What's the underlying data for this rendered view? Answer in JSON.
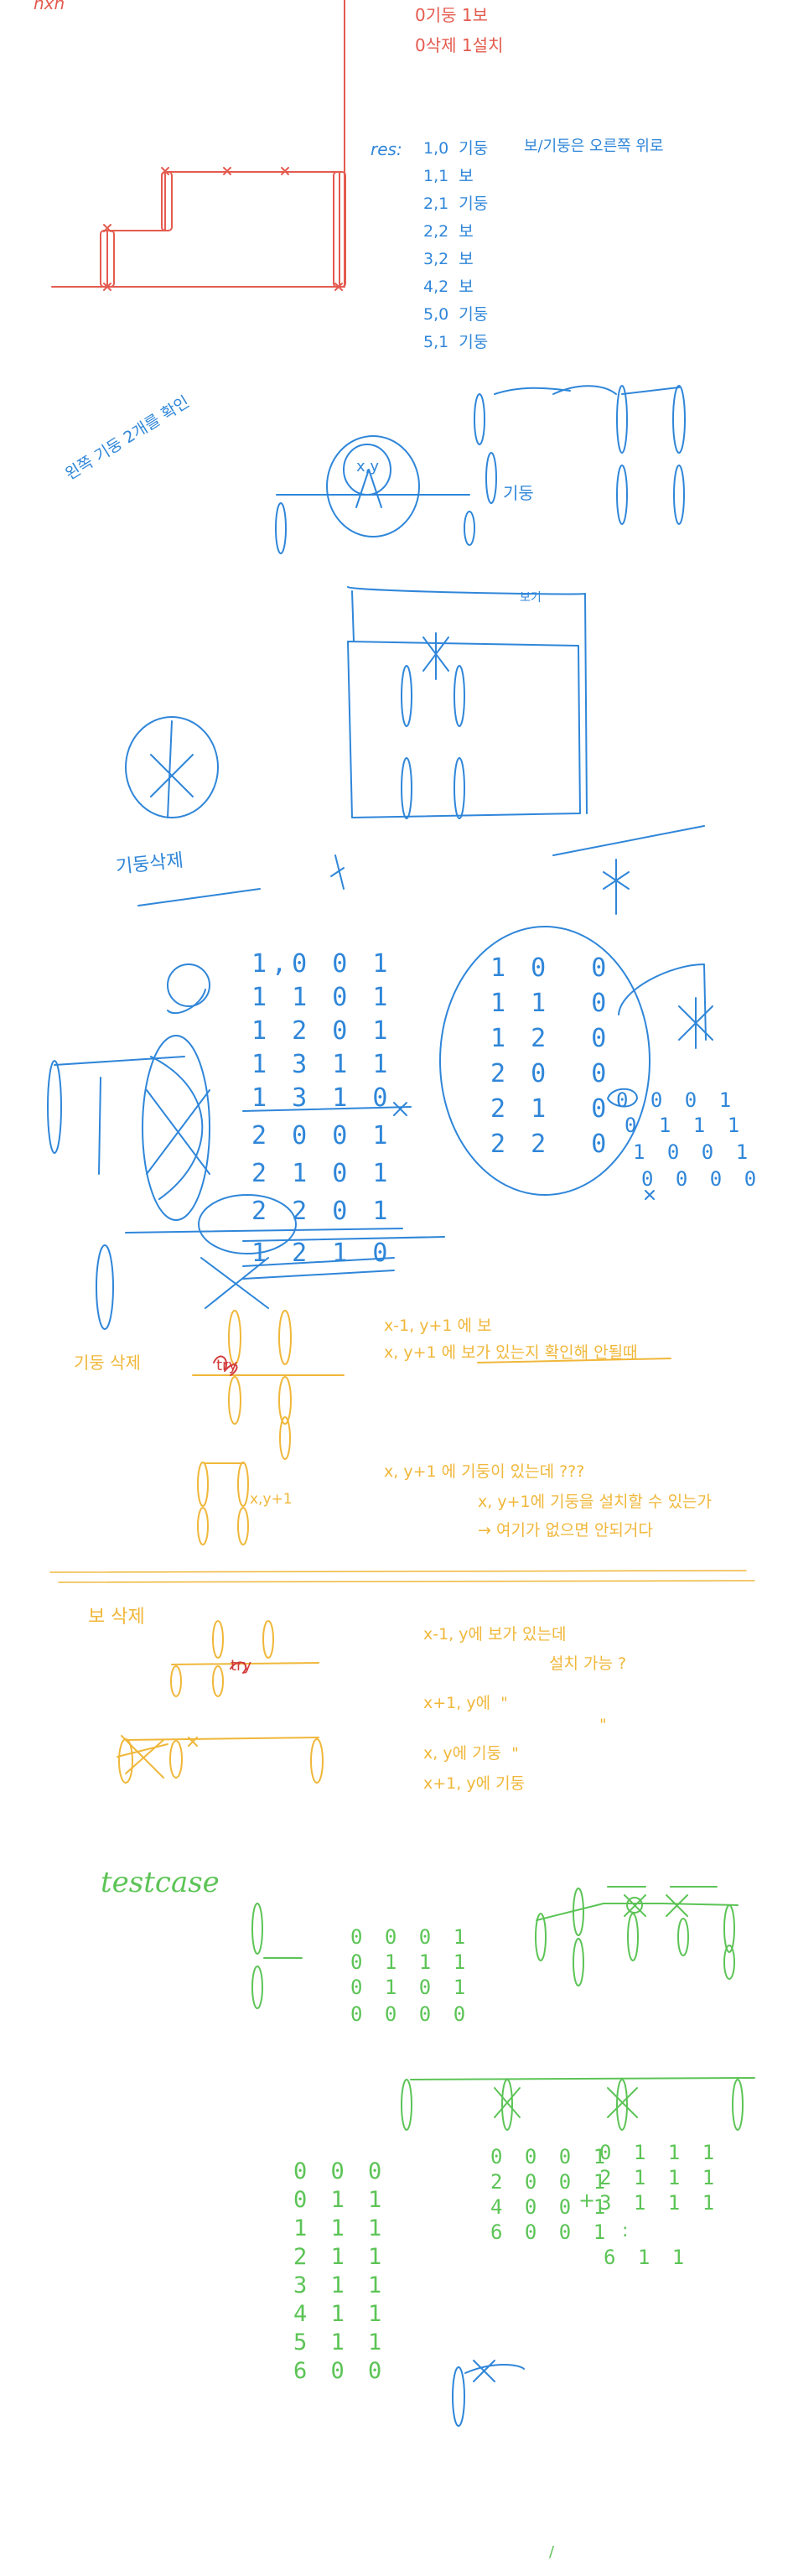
{
  "colors": {
    "red": "#e45b4f",
    "blue": "#2f86d9",
    "orange": "#f0b73a",
    "green": "#5cc456",
    "brick": "#d23b3b"
  },
  "red_section": {
    "corner_label": "nxn",
    "rule1": "0기둥 1보",
    "rule2": "0삭제 1설치",
    "res_label": "res:",
    "res_rows": [
      "1,0  기둥",
      "1,1  보",
      "2,1  기둥",
      "2,2  보",
      "3,2  보",
      "4,2  보",
      "5,0  기둥",
      "5,1  기둥"
    ],
    "res_note": "보/기둥은 오른쪽 위로"
  },
  "blue_section": {
    "side_note": "왼쪽 기둥 2개를 확인",
    "xy_label": "x,y",
    "column_label": "기둥",
    "beam_label": "보기",
    "delete_label": "기둥삭제",
    "list_left": [
      "1,0 0 1",
      "1 1 0 1",
      "1 2 0 1",
      "1 3 1 1",
      "1 3 1 0",
      "2 0 0 1",
      "2 1 0 1",
      "2 2 0 1",
      "1 2 1 0"
    ],
    "list_circled": [
      "1 0  0",
      "1 1  0",
      "1 2  0",
      "2 0  0",
      "2 1  0",
      "2 2  0"
    ],
    "list_right": [
      "0 0 0 1",
      "0 1 1 1",
      "1 0 0 1",
      "0 0 0 0"
    ]
  },
  "orange_section": {
    "column_delete_label": "기둥 삭제",
    "try_label": "try",
    "rule1": "x-1, y+1 에 보",
    "rule2": "x, y+1 에 보가 있는지 확인해 안될때",
    "rule3": "x, y+1 에 기둥이 있는데 ???",
    "rule4": "x, y+1에 기둥을 설치할 수 있는가",
    "rule5": "→ 여기가 없으면 안되거다",
    "xy1_label": "x,y+1",
    "beam_delete_label": "보 삭제",
    "try_label2": "try",
    "rule6": "x-1, y에 보가 있는데",
    "rule7": "설치 가능 ?",
    "rule8": "x+1, y에  \"",
    "rule9": "\"",
    "rule10": "x, y에 기둥  \"",
    "rule11": "x+1, y에 기둥"
  },
  "green_section": {
    "title": "testcase",
    "grid1": [
      "0 0 0 1",
      "0 1 1 1",
      "0 1 0 1",
      "0 0 0 0"
    ],
    "grid2": [
      "0 0 0",
      "0 1 1",
      "1 1 1",
      "2 1 1",
      "3 1 1",
      "4 1 1",
      "5 1 1",
      "6 0 0"
    ],
    "grid3": [
      "0 0 0 1",
      "2 0 0 1",
      "4 0 0 1",
      "6 0 0 1"
    ],
    "plus_sign": "+",
    "grid4": [
      "0 1 1 1",
      "2 1 1 1",
      "3 1 1 1",
      ":",
      "6 1 1"
    ],
    "bottom_mark": "/"
  }
}
